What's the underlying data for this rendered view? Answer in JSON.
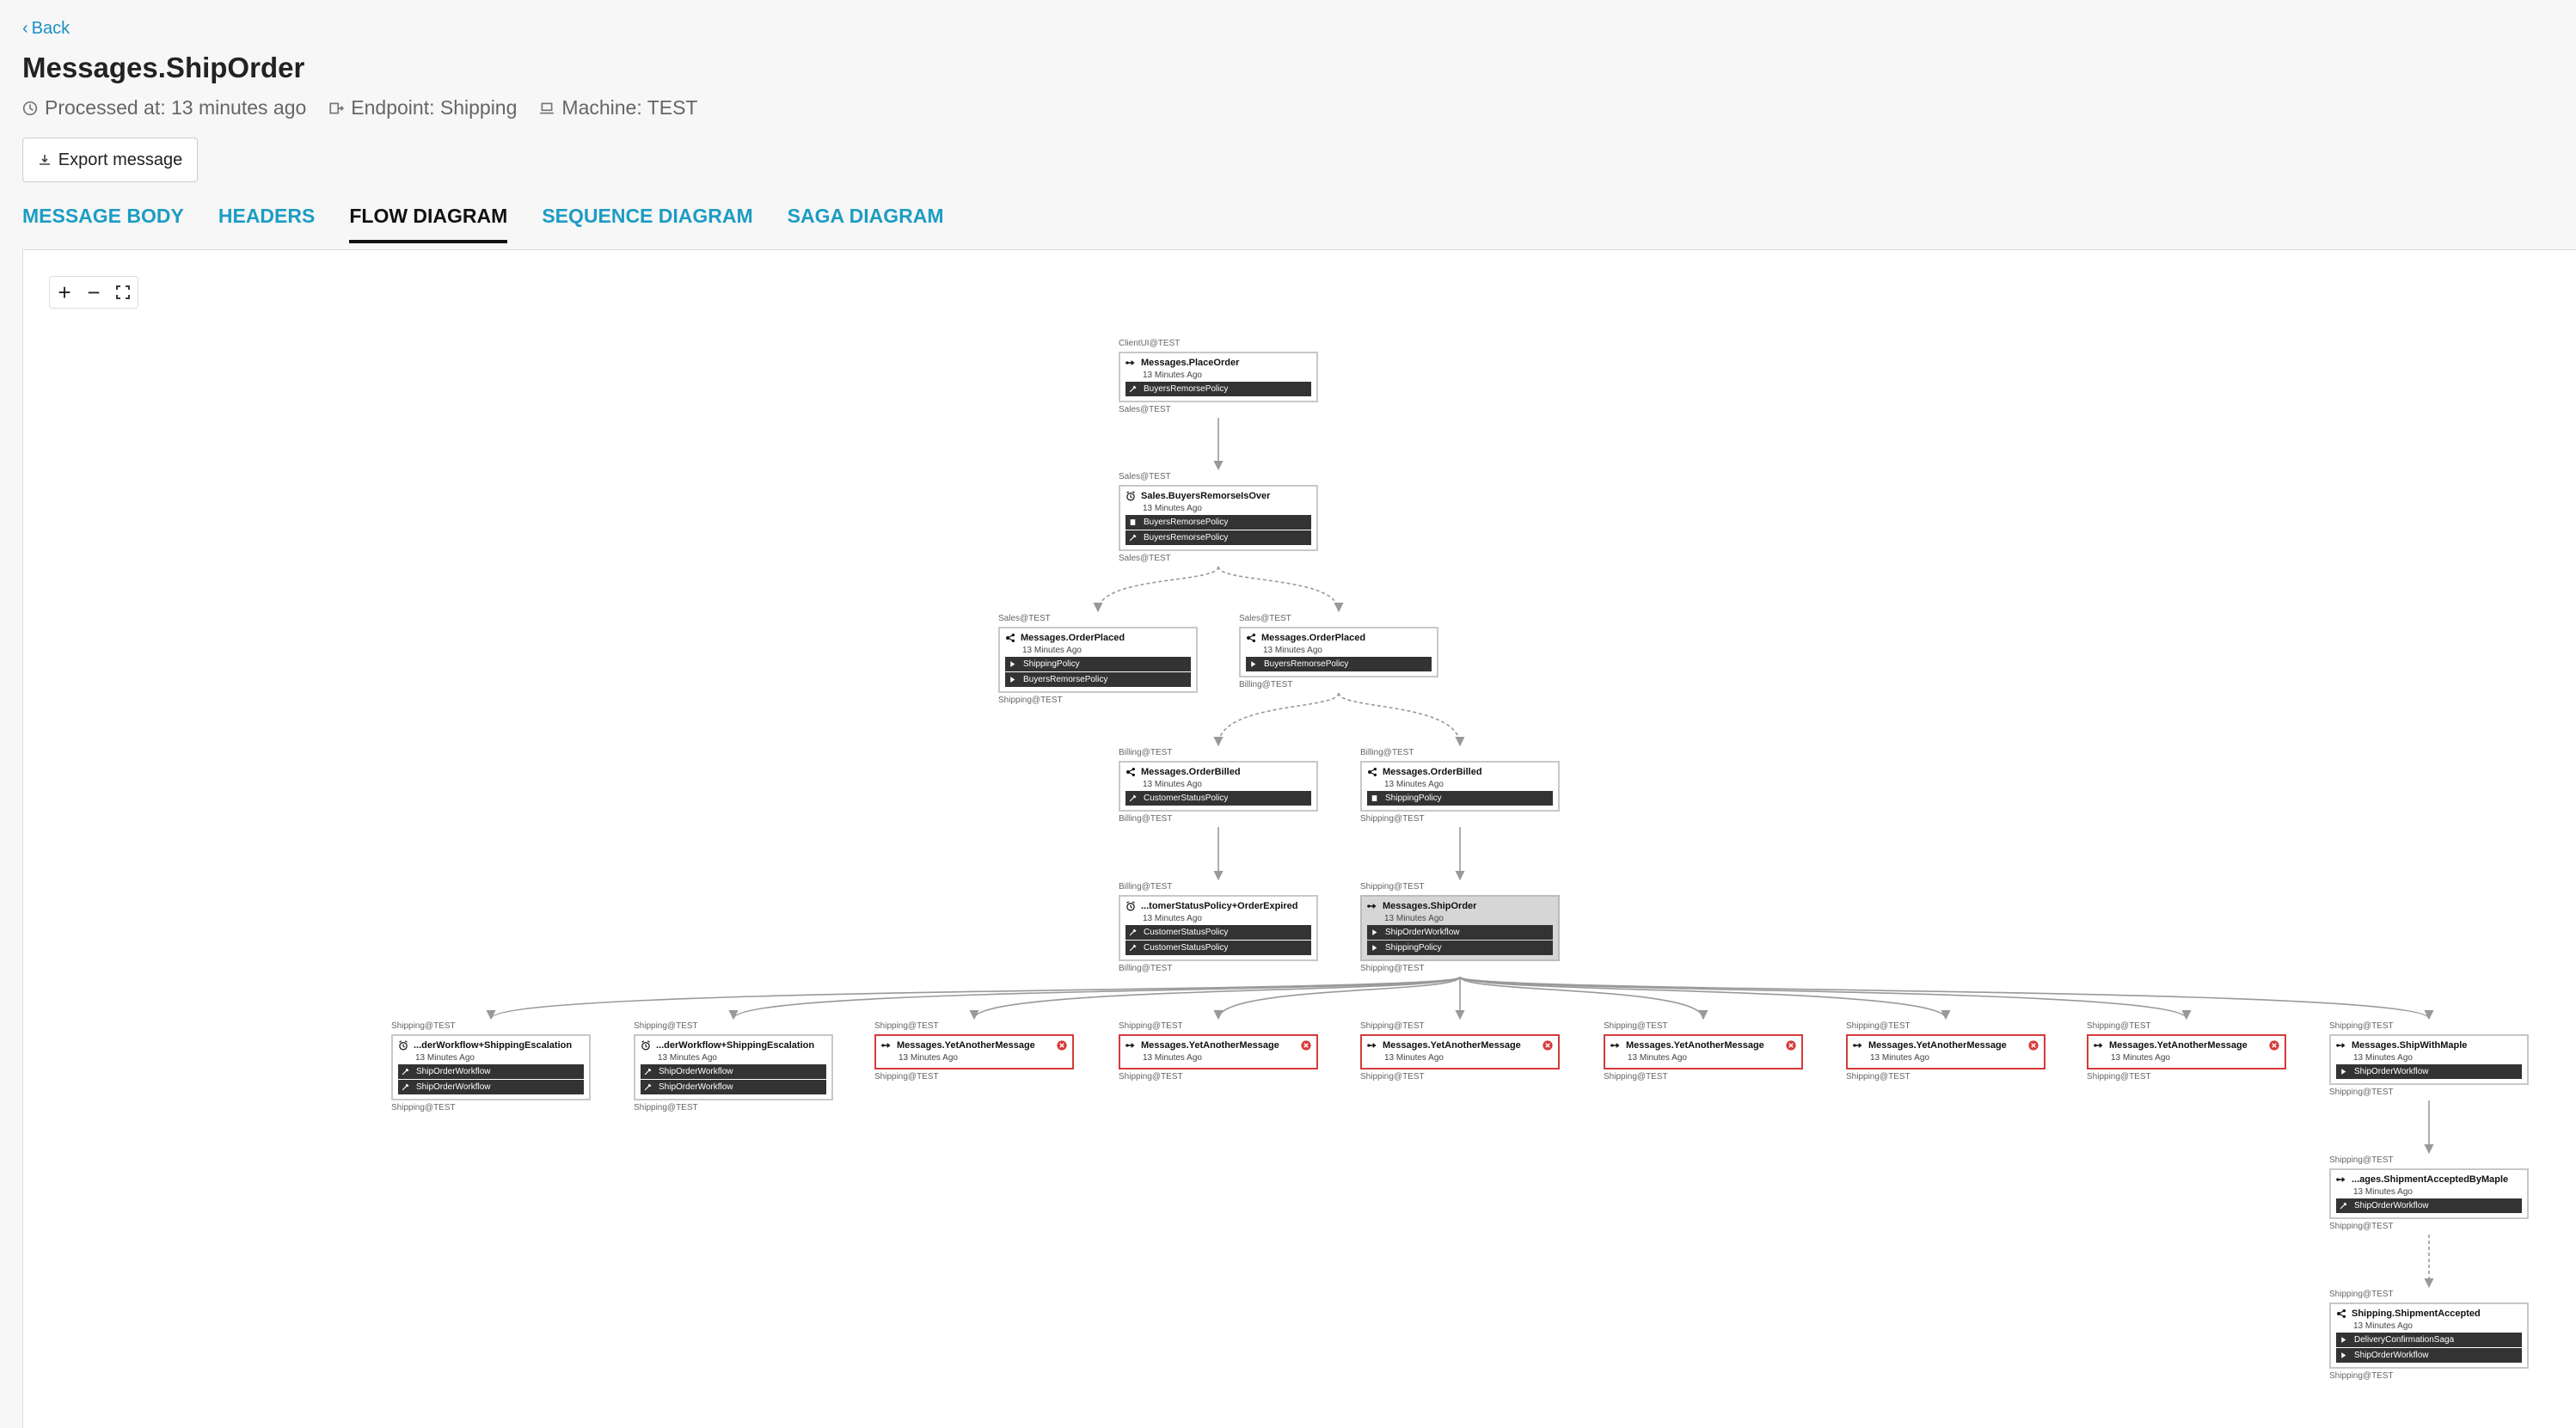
{
  "back_label": "Back",
  "title": "Messages.ShipOrder",
  "meta": {
    "processed": "Processed at: 13 minutes ago",
    "endpoint": "Endpoint: Shipping",
    "machine": "Machine: TEST"
  },
  "export_label": "Export message",
  "tabs": [
    {
      "label": "MESSAGE BODY",
      "active": false
    },
    {
      "label": "HEADERS",
      "active": false
    },
    {
      "label": "FLOW DIAGRAM",
      "active": true
    },
    {
      "label": "SEQUENCE DIAGRAM",
      "active": false
    },
    {
      "label": "SAGA DIAGRAM",
      "active": false
    }
  ],
  "nodes": [
    {
      "id": "n1",
      "above": "ClientUI@TEST",
      "below": "Sales@TEST",
      "title": "Messages.PlaceOrder",
      "time": "13 Minutes Ago",
      "icon": "command-icon",
      "status": "normal",
      "policies": [
        {
          "name": "BuyersRemorsePolicy",
          "icon": "saga-started-icon"
        }
      ]
    },
    {
      "id": "n2",
      "above": "Sales@TEST",
      "below": "Sales@TEST",
      "title": "Sales.BuyersRemorseIsOver",
      "time": "13 Minutes Ago",
      "icon": "timeout-icon",
      "status": "normal",
      "policies": [
        {
          "name": "BuyersRemorsePolicy",
          "icon": "saga-completed-icon"
        },
        {
          "name": "BuyersRemorsePolicy",
          "icon": "saga-started-icon"
        }
      ]
    },
    {
      "id": "n3",
      "above": "Sales@TEST",
      "below": "Shipping@TEST",
      "title": "Messages.OrderPlaced",
      "time": "13 Minutes Ago",
      "icon": "event-icon",
      "status": "normal",
      "policies": [
        {
          "name": "ShippingPolicy",
          "icon": "saga-updated-icon"
        },
        {
          "name": "BuyersRemorsePolicy",
          "icon": "saga-updated-icon"
        }
      ]
    },
    {
      "id": "n4",
      "above": "Sales@TEST",
      "below": "Billing@TEST",
      "title": "Messages.OrderPlaced",
      "time": "13 Minutes Ago",
      "icon": "event-icon",
      "status": "normal",
      "policies": [
        {
          "name": "BuyersRemorsePolicy",
          "icon": "saga-updated-icon"
        }
      ]
    },
    {
      "id": "n5",
      "above": "Billing@TEST",
      "below": "Billing@TEST",
      "title": "Messages.OrderBilled",
      "time": "13 Minutes Ago",
      "icon": "event-icon",
      "status": "normal",
      "policies": [
        {
          "name": "CustomerStatusPolicy",
          "icon": "saga-started-icon"
        }
      ]
    },
    {
      "id": "n6",
      "above": "Billing@TEST",
      "below": "Shipping@TEST",
      "title": "Messages.OrderBilled",
      "time": "13 Minutes Ago",
      "icon": "event-icon",
      "status": "normal",
      "policies": [
        {
          "name": "ShippingPolicy",
          "icon": "saga-completed-icon"
        }
      ]
    },
    {
      "id": "n7",
      "above": "Billing@TEST",
      "below": "Billing@TEST",
      "title": "...tomerStatusPolicy+OrderExpired",
      "time": "13 Minutes Ago",
      "icon": "timeout-icon",
      "status": "normal",
      "policies": [
        {
          "name": "CustomerStatusPolicy",
          "icon": "saga-started-icon"
        },
        {
          "name": "CustomerStatusPolicy",
          "icon": "saga-started-icon"
        }
      ]
    },
    {
      "id": "n8",
      "above": "Shipping@TEST",
      "below": "Shipping@TEST",
      "title": "Messages.ShipOrder",
      "time": "13 Minutes Ago",
      "icon": "command-icon",
      "status": "selected",
      "policies": [
        {
          "name": "ShipOrderWorkflow",
          "icon": "saga-updated-icon"
        },
        {
          "name": "ShippingPolicy",
          "icon": "saga-updated-icon"
        }
      ]
    },
    {
      "id": "n9",
      "above": "Shipping@TEST",
      "below": "Shipping@TEST",
      "title": "...derWorkflow+ShippingEscalation",
      "time": "13 Minutes Ago",
      "icon": "timeout-icon",
      "status": "normal",
      "policies": [
        {
          "name": "ShipOrderWorkflow",
          "icon": "saga-started-icon"
        },
        {
          "name": "ShipOrderWorkflow",
          "icon": "saga-started-icon"
        }
      ]
    },
    {
      "id": "n10",
      "above": "Shipping@TEST",
      "below": "Shipping@TEST",
      "title": "...derWorkflow+ShippingEscalation",
      "time": "13 Minutes Ago",
      "icon": "timeout-icon",
      "status": "normal",
      "policies": [
        {
          "name": "ShipOrderWorkflow",
          "icon": "saga-started-icon"
        },
        {
          "name": "ShipOrderWorkflow",
          "icon": "saga-started-icon"
        }
      ]
    },
    {
      "id": "n11",
      "above": "Shipping@TEST",
      "below": "Shipping@TEST",
      "title": "Messages.YetAnotherMessage",
      "time": "13 Minutes Ago",
      "icon": "command-icon",
      "status": "error",
      "policies": []
    },
    {
      "id": "n12",
      "above": "Shipping@TEST",
      "below": "Shipping@TEST",
      "title": "Messages.YetAnotherMessage",
      "time": "13 Minutes Ago",
      "icon": "command-icon",
      "status": "error",
      "policies": []
    },
    {
      "id": "n13",
      "above": "Shipping@TEST",
      "below": "Shipping@TEST",
      "title": "Messages.YetAnotherMessage",
      "time": "13 Minutes Ago",
      "icon": "command-icon",
      "status": "error",
      "policies": []
    },
    {
      "id": "n14",
      "above": "Shipping@TEST",
      "below": "Shipping@TEST",
      "title": "Messages.YetAnotherMessage",
      "time": "13 Minutes Ago",
      "icon": "command-icon",
      "status": "error",
      "policies": []
    },
    {
      "id": "n15",
      "above": "Shipping@TEST",
      "below": "Shipping@TEST",
      "title": "Messages.YetAnotherMessage",
      "time": "13 Minutes Ago",
      "icon": "command-icon",
      "status": "error",
      "policies": []
    },
    {
      "id": "n16",
      "above": "Shipping@TEST",
      "below": "Shipping@TEST",
      "title": "Messages.YetAnotherMessage",
      "time": "13 Minutes Ago",
      "icon": "command-icon",
      "status": "error",
      "policies": []
    },
    {
      "id": "n17",
      "above": "Shipping@TEST",
      "below": "Shipping@TEST",
      "title": "Messages.ShipWithMaple",
      "time": "13 Minutes Ago",
      "icon": "command-icon",
      "status": "normal",
      "policies": [
        {
          "name": "ShipOrderWorkflow",
          "icon": "saga-updated-icon"
        }
      ]
    },
    {
      "id": "n18",
      "above": "Shipping@TEST",
      "below": "Shipping@TEST",
      "title": "...ages.ShipmentAcceptedByMaple",
      "time": "13 Minutes Ago",
      "icon": "command-icon",
      "status": "normal",
      "policies": [
        {
          "name": "ShipOrderWorkflow",
          "icon": "saga-started-icon"
        }
      ]
    },
    {
      "id": "n19",
      "above": "Shipping@TEST",
      "below": "Shipping@TEST",
      "title": "Shipping.ShipmentAccepted",
      "time": "13 Minutes Ago",
      "icon": "event-icon",
      "status": "normal",
      "policies": [
        {
          "name": "DeliveryConfirmationSaga",
          "icon": "saga-updated-icon"
        },
        {
          "name": "ShipOrderWorkflow",
          "icon": "saga-updated-icon"
        }
      ]
    }
  ],
  "edges": [
    {
      "from": "n1",
      "to": "n2",
      "style": "solid"
    },
    {
      "from": "n2",
      "to": "n3",
      "style": "dashed"
    },
    {
      "from": "n2",
      "to": "n4",
      "style": "dashed"
    },
    {
      "from": "n4",
      "to": "n5",
      "style": "dashed"
    },
    {
      "from": "n4",
      "to": "n6",
      "style": "dashed"
    },
    {
      "from": "n5",
      "to": "n7",
      "style": "solid"
    },
    {
      "from": "n6",
      "to": "n8",
      "style": "solid"
    },
    {
      "from": "n8",
      "to": "n9",
      "style": "solid"
    },
    {
      "from": "n8",
      "to": "n10",
      "style": "solid"
    },
    {
      "from": "n8",
      "to": "n11",
      "style": "solid"
    },
    {
      "from": "n8",
      "to": "n12",
      "style": "solid"
    },
    {
      "from": "n8",
      "to": "n13",
      "style": "solid"
    },
    {
      "from": "n8",
      "to": "n14",
      "style": "solid"
    },
    {
      "from": "n8",
      "to": "n15",
      "style": "solid"
    },
    {
      "from": "n8",
      "to": "n16",
      "style": "solid"
    },
    {
      "from": "n8",
      "to": "n17",
      "style": "solid"
    },
    {
      "from": "n17",
      "to": "n18",
      "style": "solid"
    },
    {
      "from": "n18",
      "to": "n19",
      "style": "dashed"
    }
  ]
}
